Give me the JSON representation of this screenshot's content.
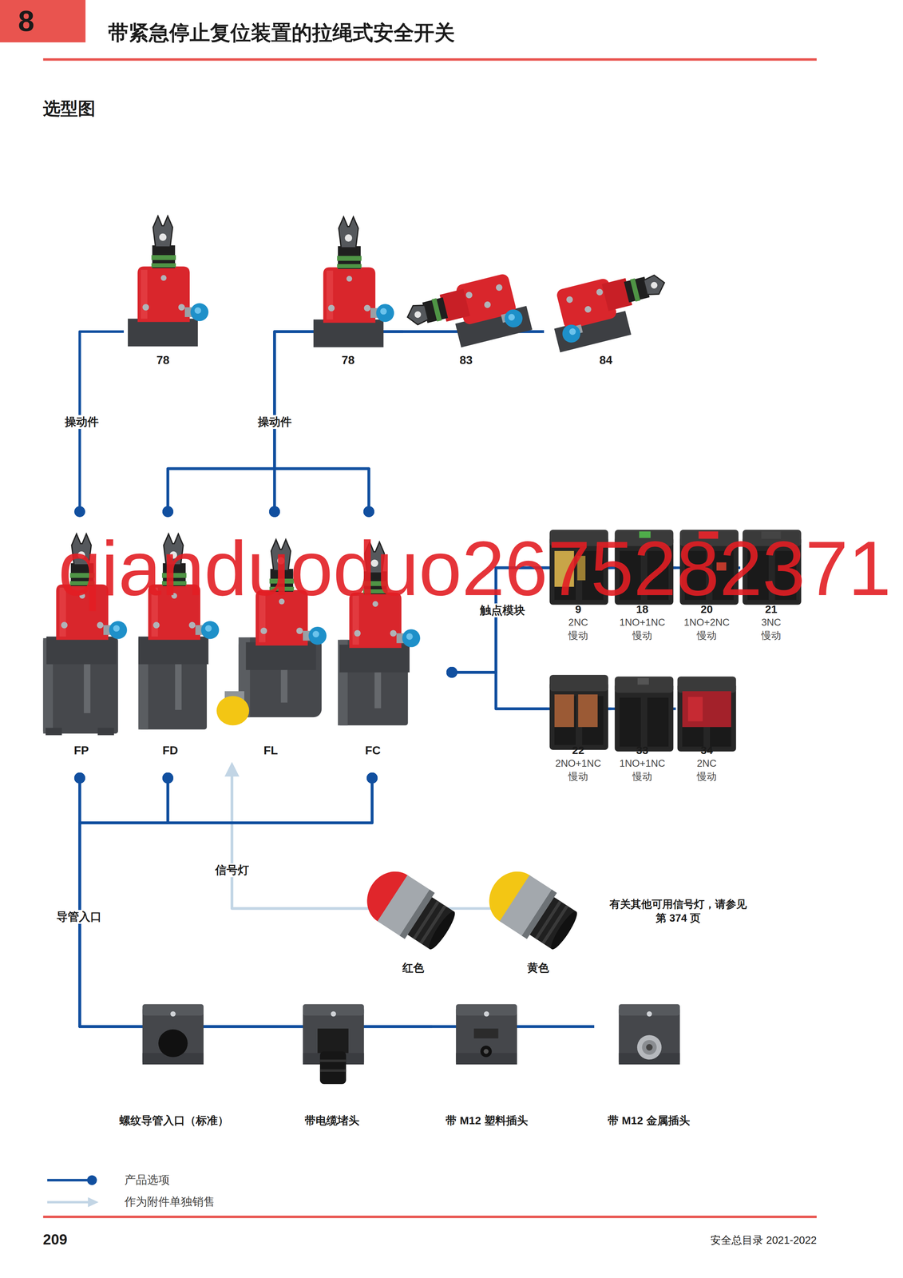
{
  "diagram": {
    "title": "带紧急停止复位装置的拉绳式安全开关",
    "nodes": [
      {
        "text": [
          "78"
        ]
      },
      {
        "text": [
          "78"
        ]
      },
      {
        "text": [
          "83"
        ]
      },
      {
        "text": [
          "84"
        ]
      },
      {
        "text": [
          "FP"
        ]
      },
      {
        "text": [
          "FD"
        ]
      },
      {
        "text": [
          "FL"
        ]
      },
      {
        "text": [
          "FC"
        ]
      },
      {
        "text": [
          "9",
          "2NC",
          "慢动"
        ]
      },
      {
        "text": [
          "18",
          "1NO+1NC",
          "慢动"
        ]
      },
      {
        "text": [
          "20",
          "1NO+2NC",
          "慢动"
        ]
      },
      {
        "text": [
          "21",
          "3NC",
          "慢动"
        ]
      },
      {
        "text": [
          "22",
          "2NO+1NC",
          "慢动"
        ]
      },
      {
        "text": [
          "33",
          "1NO+1NC",
          "慢动"
        ]
      },
      {
        "text": [
          "34",
          "2NC",
          "慢动"
        ]
      },
      {
        "text": [
          "红色"
        ]
      },
      {
        "text": [
          "黄色"
        ]
      },
      {
        "text": [
          "螺纹导管入口（标准）"
        ]
      },
      {
        "text": [
          "带电缆堵头"
        ]
      },
      {
        "text": [
          "带 M12 塑料插头"
        ]
      },
      {
        "text": [
          "带 M12 金属插头"
        ]
      }
    ],
    "edges": [
      {
        "from": 0,
        "to": 4,
        "arrow": "none",
        "label": "操动件"
      },
      {
        "from": 1,
        "to": 5,
        "arrow": "none"
      },
      {
        "from": 1,
        "to": 6,
        "arrow": "none",
        "label": "操动件"
      },
      {
        "from": 1,
        "to": 7,
        "arrow": "none"
      },
      {
        "from": 2,
        "to": 5,
        "arrow": "none"
      },
      {
        "from": 2,
        "to": 6,
        "arrow": "none"
      },
      {
        "from": 2,
        "to": 7,
        "arrow": "none"
      },
      {
        "from": 3,
        "to": 5,
        "arrow": "none"
      },
      {
        "from": 3,
        "to": 6,
        "arrow": "none"
      },
      {
        "from": 3,
        "to": 7,
        "arrow": "none"
      },
      {
        "from": 8,
        "to": 7,
        "arrow": "none",
        "label": "触点模块"
      },
      {
        "from": 9,
        "to": 7,
        "arrow": "none"
      },
      {
        "from": 10,
        "to": 7,
        "arrow": "none"
      },
      {
        "from": 11,
        "to": 7,
        "arrow": "none"
      },
      {
        "from": 12,
        "to": 7,
        "arrow": "none"
      },
      {
        "from": 13,
        "to": 7,
        "arrow": "none"
      },
      {
        "from": 14,
        "to": 7,
        "arrow": "none"
      },
      {
        "from": 15,
        "to": 6,
        "arrow": "to",
        "label": "信号灯"
      },
      {
        "from": 16,
        "to": 6,
        "arrow": "to"
      },
      {
        "from": 17,
        "to": 4,
        "arrow": "none",
        "label": "导管入口"
      },
      {
        "from": 17,
        "to": 5,
        "arrow": "none"
      },
      {
        "from": 17,
        "to": 7,
        "arrow": "none"
      },
      {
        "from": 18,
        "to": 4,
        "arrow": "none"
      },
      {
        "from": 18,
        "to": 5,
        "arrow": "none"
      },
      {
        "from": 18,
        "to": 7,
        "arrow": "none"
      },
      {
        "from": 19,
        "to": 4,
        "arrow": "none"
      },
      {
        "from": 19,
        "to": 5,
        "arrow": "none"
      },
      {
        "from": 19,
        "to": 7,
        "arrow": "none"
      },
      {
        "from": 20,
        "to": 4,
        "arrow": "none"
      },
      {
        "from": 20,
        "to": 5,
        "arrow": "none"
      },
      {
        "from": 20,
        "to": 7,
        "arrow": "none"
      }
    ],
    "labels": [
      "8",
      "选型图",
      "有关其他可用信号灯，请参见 第 374 页",
      "qianduoduo2675282371",
      "209",
      "安全总目录 2021-2022"
    ],
    "legend": [
      {
        "text": "产品选项"
      },
      {
        "text": "作为附件单独销售"
      }
    ]
  }
}
